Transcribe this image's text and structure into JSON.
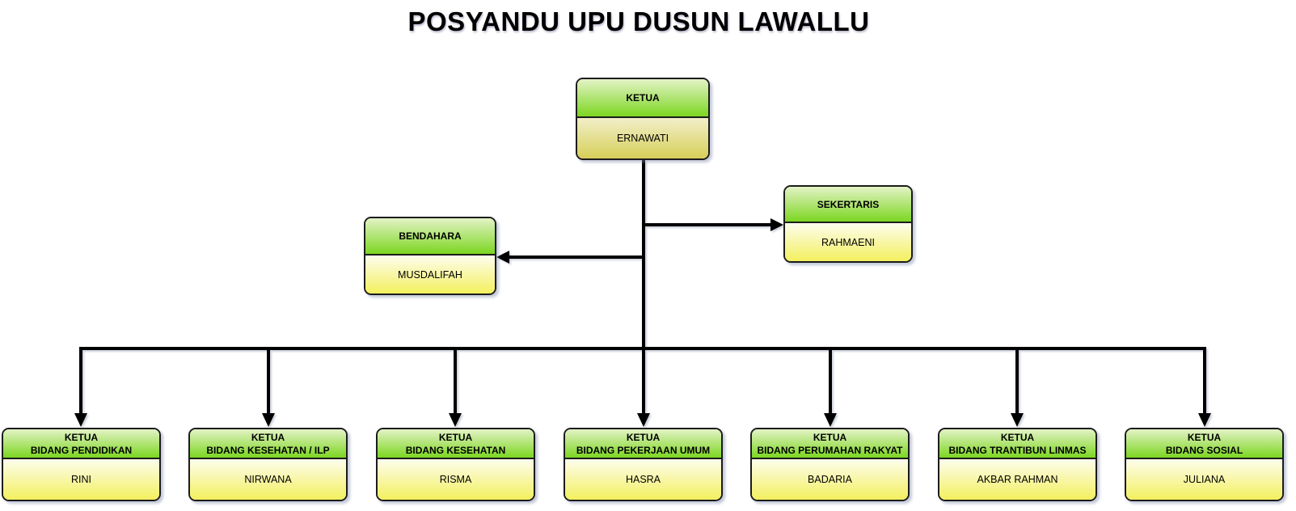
{
  "title": "POSYANDU UPU DUSUN LAWALLU",
  "org": {
    "ketua": {
      "role": "KETUA",
      "name": "ERNAWATI"
    },
    "sekertaris": {
      "role": "SEKERTARIS",
      "name": "RAHMAENI"
    },
    "bendahara": {
      "role": "BENDAHARA",
      "name": "MUSDALIFAH"
    },
    "bidang": [
      {
        "role": "KETUA",
        "division": "BIDANG PENDIDIKAN",
        "name": "RINI"
      },
      {
        "role": "KETUA",
        "division": "BIDANG KESEHATAN / ILP",
        "name": "NIRWANA"
      },
      {
        "role": "KETUA",
        "division": "BIDANG KESEHATAN",
        "name": "RISMA"
      },
      {
        "role": "KETUA",
        "division": "BIDANG PEKERJAAN UMUM",
        "name": "HASRA"
      },
      {
        "role": "KETUA",
        "division": "BIDANG PERUMAHAN RAKYAT",
        "name": "BADARIA"
      },
      {
        "role": "KETUA",
        "division": "BIDANG TRANTIBUN LINMAS",
        "name": "AKBAR RAHMAN"
      },
      {
        "role": "KETUA",
        "division": "BIDANG SOSIAL",
        "name": "JULIANA"
      }
    ]
  },
  "colors": {
    "background": "#ffffff",
    "title_color": "#000000",
    "connector": "#000000",
    "box_border": "#1c1c1c",
    "header_gradient_top": "#e3f3c6",
    "header_gradient_bottom": "#7cd621",
    "body_gradient_top": "#fdfdee",
    "body_gradient_bottom": "#f3f05e",
    "ketua_body_gradient_top": "#f2efc9",
    "ketua_body_gradient_bottom": "#d6cf58"
  }
}
